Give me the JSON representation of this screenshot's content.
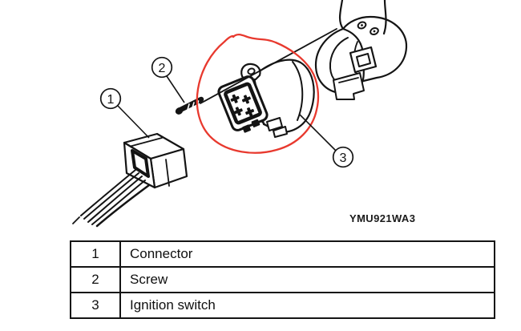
{
  "figure": {
    "code": "YMU921WA3",
    "colors": {
      "ink": "#141414",
      "highlight": "#e8392e",
      "paper": "#ffffff"
    },
    "callouts": [
      {
        "number": "1",
        "part": "Connector"
      },
      {
        "number": "2",
        "part": "Screw"
      },
      {
        "number": "3",
        "part": "Ignition switch"
      }
    ]
  },
  "legend": {
    "rows": [
      {
        "ref": "1",
        "name": "Connector"
      },
      {
        "ref": "2",
        "name": "Screw"
      },
      {
        "ref": "3",
        "name": "Ignition switch"
      }
    ]
  }
}
